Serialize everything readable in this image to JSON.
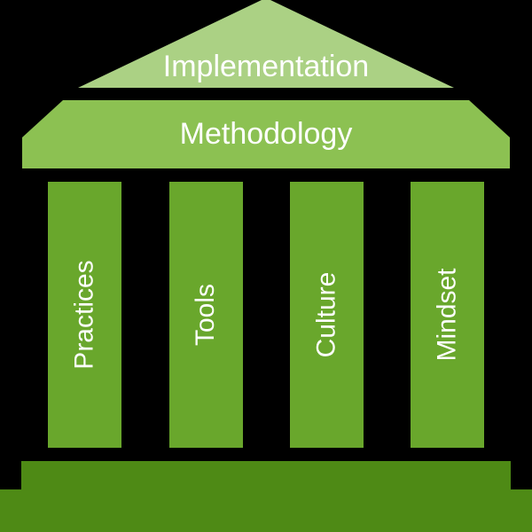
{
  "colors": {
    "background": "#000000",
    "pediment": "#abd184",
    "entablature": "#8cc152",
    "pillar": "#69a72c",
    "base": "#4e8a15",
    "text": "#ffffff"
  },
  "pediment": {
    "label": "Implementation"
  },
  "entablature": {
    "label": "Methodology"
  },
  "pillars": [
    {
      "label": "Practices"
    },
    {
      "label": "Tools"
    },
    {
      "label": "Culture"
    },
    {
      "label": "Mindset"
    }
  ]
}
